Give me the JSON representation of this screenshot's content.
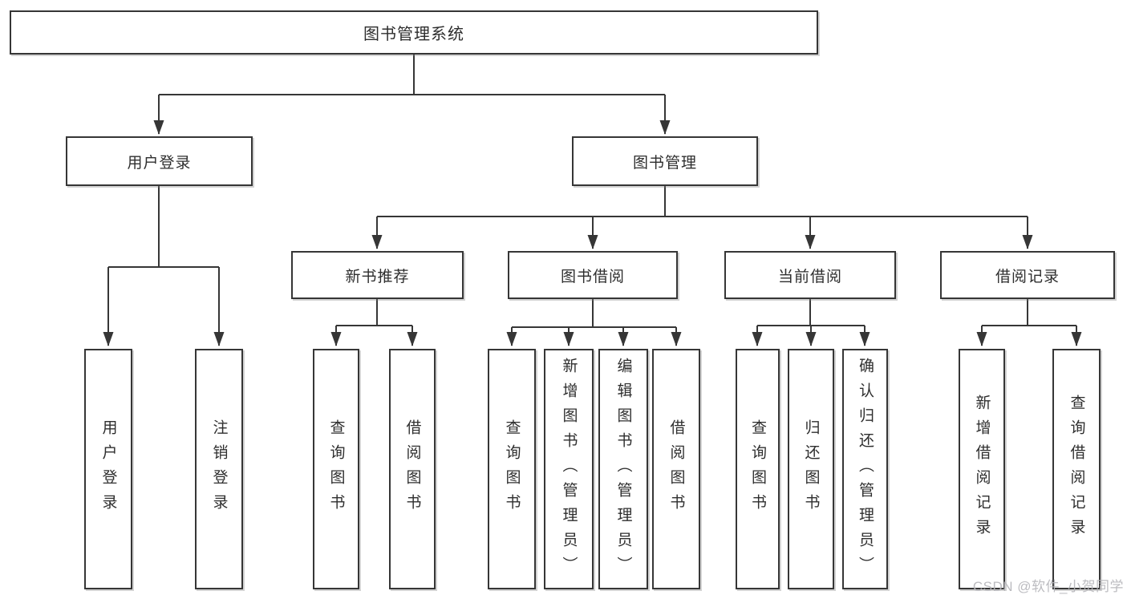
{
  "tree": {
    "root": {
      "label": "图书管理系统"
    },
    "branches": [
      {
        "label": "用户登录",
        "children": [
          {
            "label": "用户登录"
          },
          {
            "label": "注销登录"
          }
        ]
      },
      {
        "label": "图书管理",
        "children": [
          {
            "label": "新书推荐",
            "children": [
              {
                "label": "查询图书"
              },
              {
                "label": "借阅图书"
              }
            ]
          },
          {
            "label": "图书借阅",
            "children": [
              {
                "label": "查询图书"
              },
              {
                "label": "新增图书（管理员）"
              },
              {
                "label": "编辑图书（管理员）"
              },
              {
                "label": "借阅图书"
              }
            ]
          },
          {
            "label": "当前借阅",
            "children": [
              {
                "label": "查询图书"
              },
              {
                "label": "归还图书"
              },
              {
                "label": "确认归还（管理员）"
              }
            ]
          },
          {
            "label": "借阅记录",
            "children": [
              {
                "label": "新增借阅记录"
              },
              {
                "label": "查询借阅记录"
              }
            ]
          }
        ]
      }
    ]
  },
  "watermark": "CSDN @软件_小贺同学",
  "colors": {
    "line": "#363636",
    "text": "#2e2e2e",
    "background": "#ffffff",
    "watermark": "#b5b5ba"
  }
}
